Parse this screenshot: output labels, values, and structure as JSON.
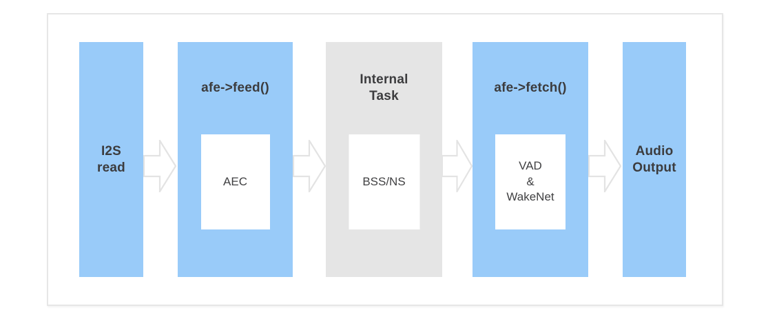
{
  "colors": {
    "block-blue": "#99cbf9",
    "block-gray": "#e5e5e5",
    "inner-white": "#ffffff",
    "arrow-stroke": "#e3e3e3",
    "text": "#3c3c3e",
    "frame-border": "#e6e6e6",
    "background": "#ffffff"
  },
  "blocks": [
    {
      "name": "i2s-read",
      "lines": [
        "I2S",
        "read"
      ]
    },
    {
      "name": "afe-feed",
      "label": "afe->feed()",
      "inner": {
        "lines": [
          "AEC"
        ]
      }
    },
    {
      "name": "internal-task",
      "lines": [
        "Internal",
        "Task"
      ],
      "inner": {
        "lines": [
          "BSS/NS"
        ]
      }
    },
    {
      "name": "afe-fetch",
      "label": "afe->fetch()",
      "inner": {
        "lines": [
          "VAD",
          "&",
          "WakeNet"
        ]
      }
    },
    {
      "name": "audio-output",
      "lines": [
        "Audio",
        "Output"
      ]
    }
  ],
  "arrows": {
    "icon": "right-arrow-icon",
    "direction": "right",
    "count": 4
  }
}
